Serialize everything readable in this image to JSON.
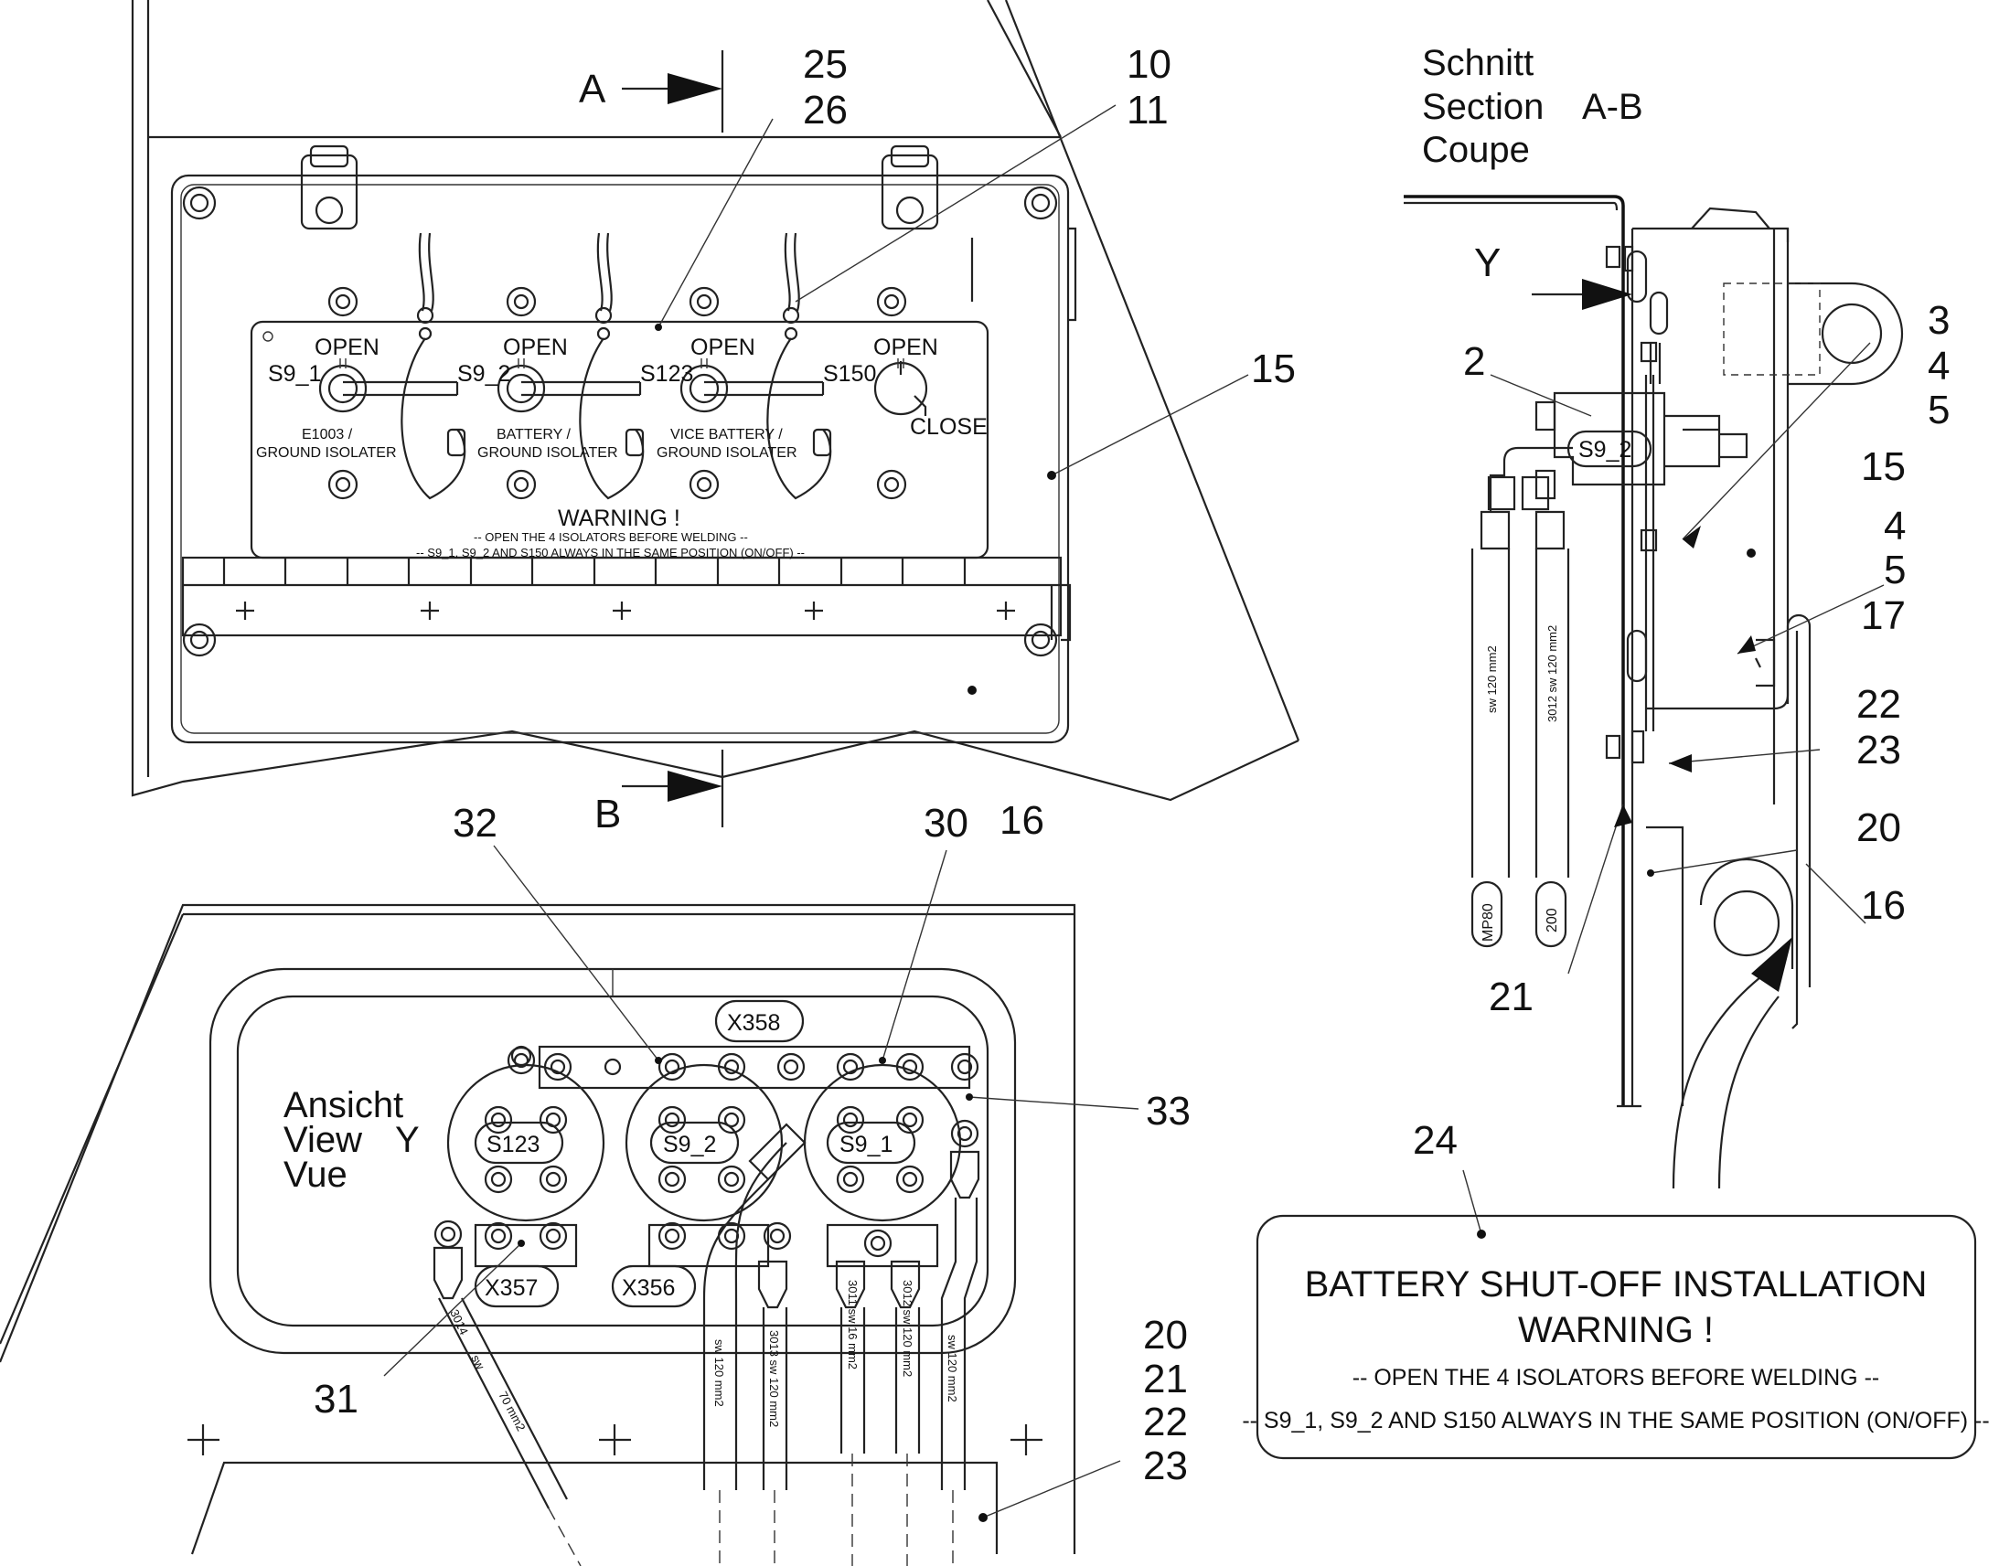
{
  "section_heading": [
    "Schnitt",
    "Section",
    "Coupe"
  ],
  "section_id": "A-B",
  "view_heading": [
    "Ansicht",
    "View",
    "Vue"
  ],
  "view_letter": "Y",
  "section_markers": {
    "a": "A",
    "b": "B"
  },
  "panel": {
    "open_labels": [
      "OPEN",
      "OPEN",
      "OPEN",
      "OPEN"
    ],
    "switches": [
      "S9_1",
      "S9_2",
      "S123",
      "S150"
    ],
    "close_label": "CLOSE",
    "descriptions": [
      [
        "E1003 /",
        "GROUND ISOLATER"
      ],
      [
        "BATTERY /",
        "GROUND ISOLATER"
      ],
      [
        "VICE BATTERY /",
        "GROUND ISOLATER"
      ]
    ],
    "warning_title": "WARNING !",
    "warning_line1": "-- OPEN THE 4 ISOLATORS BEFORE WELDING --",
    "warning_line2": "-- S9_1, S9_2 AND S150 ALWAYS IN THE SAME POSITION (ON/OFF) --"
  },
  "callouts_top": {
    "c25_26": [
      "25",
      "26"
    ],
    "c10_11": [
      "10",
      "11"
    ],
    "c15": "15",
    "c16": "16"
  },
  "callouts_section": {
    "c3_4_5": [
      "3",
      "4",
      "5"
    ],
    "c2": "2",
    "c15": "15",
    "c4_5_17": [
      "4",
      "5",
      "17"
    ],
    "c22_23": [
      "22",
      "23"
    ],
    "c20": "20",
    "c16": "16",
    "c21": "21"
  },
  "callouts_view": {
    "c32": "32",
    "c30": "30",
    "c33": "33",
    "c31": "31",
    "c20_23": [
      "20",
      "21",
      "22",
      "23"
    ],
    "c24": "24"
  },
  "section_tags": {
    "switch": "S9_2",
    "tag1": "MP80",
    "tag2": "200"
  },
  "section_cables": [
    "sw 120 mm2",
    "3012 sw 120 mm2"
  ],
  "view_tags": {
    "s123": "S123",
    "s9_2": "S9_2",
    "s9_1": "S9_1",
    "x358": "X358",
    "x357": "X357",
    "x356": "X356"
  },
  "view_cables": [
    "3014",
    "sw",
    "70 mm2",
    "sw 120 mm2",
    "3013 sw 120 mm2",
    "3011 sw 16 mm2",
    "3012 sw 120 mm2",
    "sw 120 mm2"
  ],
  "plate": {
    "title": "BATTERY SHUT-OFF INSTALLATION",
    "warning": "WARNING !",
    "line1": "-- OPEN THE 4 ISOLATORS BEFORE WELDING --",
    "line2": "-- S9_1, S9_2 AND S150 ALWAYS IN THE SAME POSITION (ON/OFF) --"
  },
  "colors": {
    "line": "#222222",
    "background": "#ffffff"
  }
}
